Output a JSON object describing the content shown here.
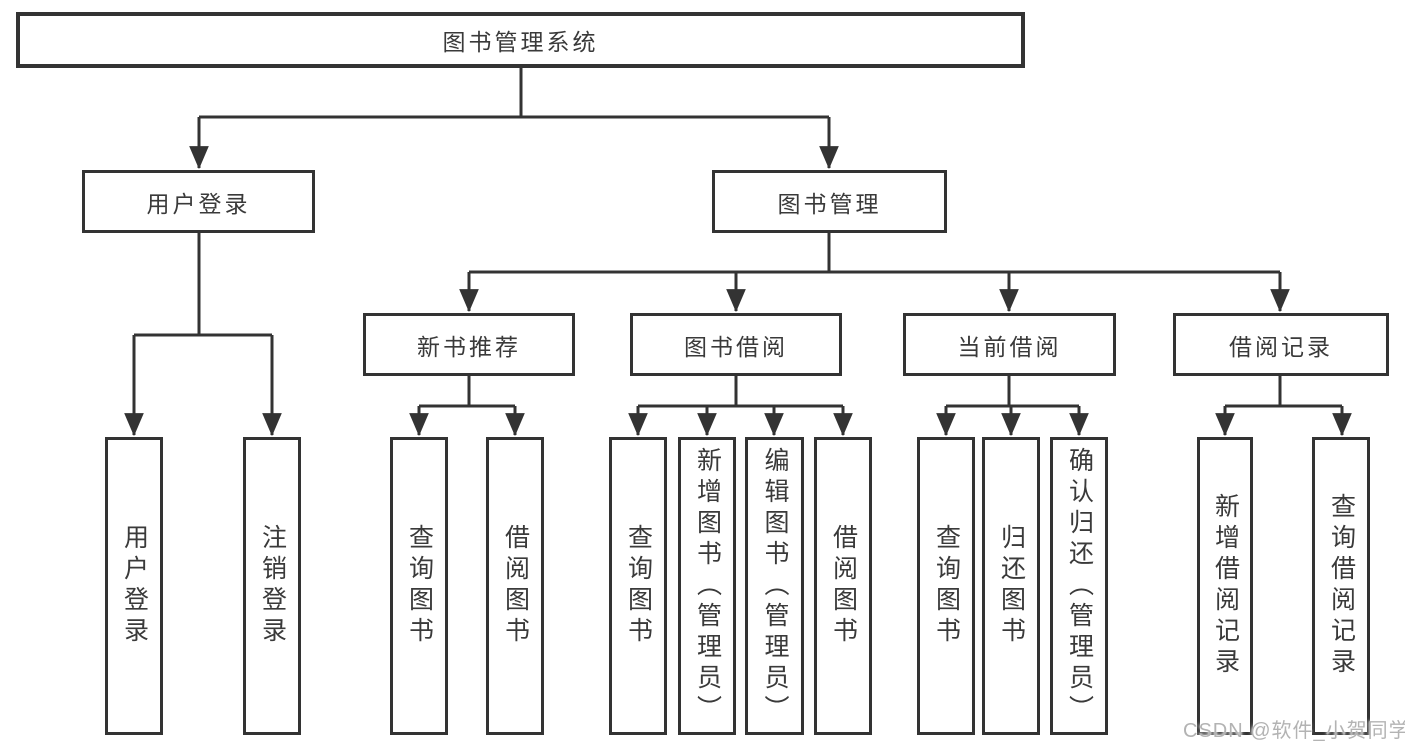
{
  "tree": {
    "root": {
      "label": "图书管理系统"
    },
    "login": {
      "label": "用户登录",
      "children": [
        {
          "label": "用户登录"
        },
        {
          "label": "注销登录"
        }
      ]
    },
    "management": {
      "label": "图书管理",
      "modules": [
        {
          "label": "新书推荐",
          "children": [
            {
              "label": "查询图书"
            },
            {
              "label": "借阅图书"
            }
          ]
        },
        {
          "label": "图书借阅",
          "children": [
            {
              "label": "查询图书"
            },
            {
              "label": "新增图书（管理员）"
            },
            {
              "label": "编辑图书（管理员）"
            },
            {
              "label": "借阅图书"
            }
          ]
        },
        {
          "label": "当前借阅",
          "children": [
            {
              "label": "查询图书"
            },
            {
              "label": "归还图书"
            },
            {
              "label": "确认归还（管理员）"
            }
          ]
        },
        {
          "label": "借阅记录",
          "children": [
            {
              "label": "新增借阅记录"
            },
            {
              "label": "查询借阅记录"
            }
          ]
        }
      ]
    }
  },
  "watermark": {
    "text": "CSDN @软件_小贺同学",
    "color": "#b3b3b3"
  },
  "colors": {
    "line": "#333333",
    "text": "#3a3a3a",
    "background": "#ffffff"
  }
}
